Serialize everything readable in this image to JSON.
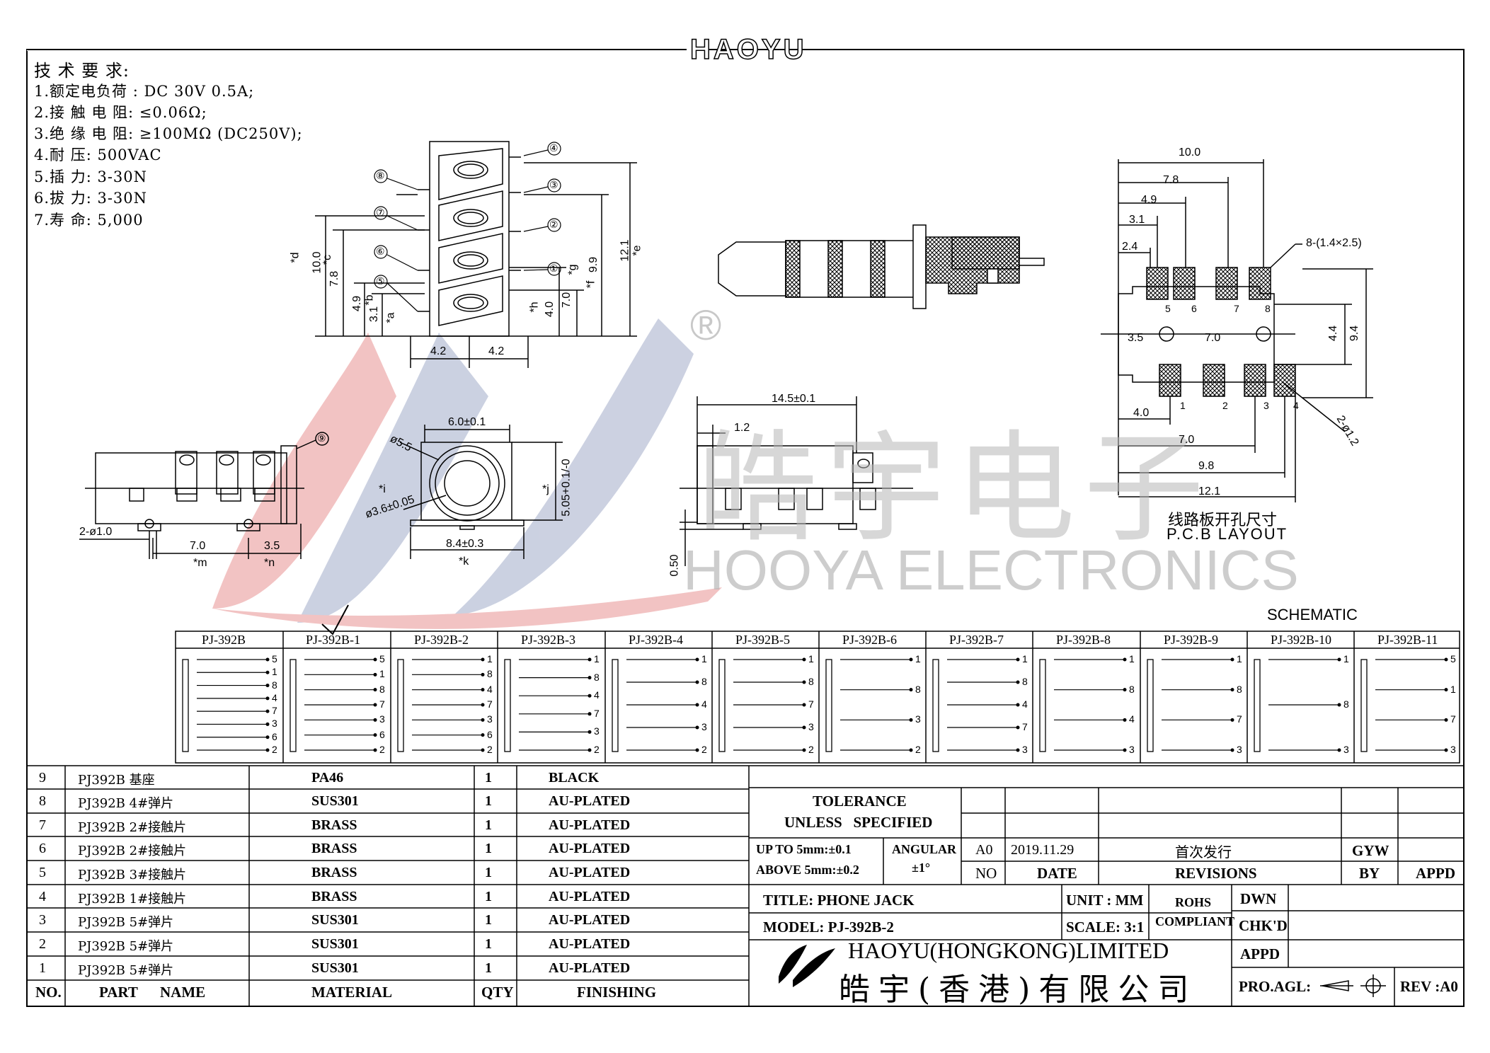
{
  "brand": "HAOYU",
  "registered_mark": "®",
  "watermark": {
    "cn": "皓宇电子",
    "en": "HOOYA ELECTRONICS"
  },
  "requirements": {
    "title": "技 术 要 求:",
    "items": [
      "1.额定电负荷 : DC 30V 0.5A;",
      "2.接 触 电 阻: ≤0.06Ω;",
      "3.绝 缘 电 阻: ≥100MΩ (DC250V);",
      "4.耐        压: 500VAC",
      "5.插        力: 3-30N",
      "6.拔        力: 3-30N",
      "7.寿        命: 5,000"
    ]
  },
  "front_view": {
    "pins": [
      "④",
      "③",
      "②",
      "①",
      "⑧",
      "⑦",
      "⑥",
      "⑤"
    ],
    "dims": [
      "10.0",
      "7.8",
      "4.9",
      "3.1",
      "4.2",
      "4.2",
      "7.0",
      "4.0",
      "9.9",
      "12.1"
    ],
    "refs": [
      "*d",
      "*c",
      "*b",
      "*a",
      "*g",
      "*h",
      "*f",
      "*e"
    ]
  },
  "side_view": {
    "pin": "⑨",
    "dims": [
      "2-ø1.0",
      "7.0",
      "3.5"
    ],
    "refs": [
      "*m",
      "*n"
    ]
  },
  "round_view": {
    "dims": [
      "6.0±0.1",
      "ø5.5",
      "ø3.6±0.05",
      "8.4±0.3",
      "5.05+0.1/-0"
    ],
    "refs": [
      "*i",
      "*j",
      "*k"
    ]
  },
  "end_view": {
    "dims": [
      "14.5±0.1",
      "1.2",
      "0.50"
    ]
  },
  "pcb": {
    "title_cn": "线路板开孔尺寸",
    "title_en": "P.C.B LAYOUT",
    "dims": [
      "10.0",
      "7.8",
      "4.9",
      "3.1",
      "2.4",
      "8-(1.4×2.5)",
      "3.5",
      "7.0",
      "4.4",
      "9.4",
      "4.0",
      "7.0",
      "9.8",
      "12.1",
      "2-ø1.2"
    ],
    "top_pins": [
      "5",
      "6",
      "7",
      "8"
    ],
    "bottom_pins": [
      "1",
      "2",
      "3",
      "4"
    ]
  },
  "schematic": {
    "title": "SCHEMATIC",
    "checked": "PJ-392B-1",
    "variants": [
      {
        "name": "PJ-392B",
        "pins": [
          "5",
          "1",
          "8",
          "4",
          "7",
          "3",
          "6",
          "2"
        ]
      },
      {
        "name": "PJ-392B-1",
        "pins": [
          "5",
          "1",
          "8",
          "7",
          "3",
          "6",
          "2"
        ]
      },
      {
        "name": "PJ-392B-2",
        "pins": [
          "1",
          "8",
          "4",
          "7",
          "3",
          "6",
          "2"
        ]
      },
      {
        "name": "PJ-392B-3",
        "pins": [
          "1",
          "8",
          "4",
          "7",
          "3",
          "2"
        ]
      },
      {
        "name": "PJ-392B-4",
        "pins": [
          "1",
          "8",
          "4",
          "3",
          "2"
        ]
      },
      {
        "name": "PJ-392B-5",
        "pins": [
          "1",
          "8",
          "7",
          "3",
          "2"
        ]
      },
      {
        "name": "PJ-392B-6",
        "pins": [
          "1",
          "8",
          "3",
          "2"
        ]
      },
      {
        "name": "PJ-392B-7",
        "pins": [
          "1",
          "8",
          "4",
          "7",
          "3"
        ]
      },
      {
        "name": "PJ-392B-8",
        "pins": [
          "1",
          "8",
          "4",
          "3"
        ]
      },
      {
        "name": "PJ-392B-9",
        "pins": [
          "1",
          "8",
          "7",
          "3"
        ]
      },
      {
        "name": "PJ-392B-10",
        "pins": [
          "1",
          "8",
          "3"
        ]
      },
      {
        "name": "PJ-392B-11",
        "pins": [
          "5",
          "1",
          "7",
          "3"
        ]
      }
    ]
  },
  "bom": {
    "headers": [
      "NO.",
      "PART      NAME",
      "MATERIAL",
      "QTY",
      "FINISHING"
    ],
    "rows": [
      [
        "9",
        "PJ392B 基座",
        "PA46",
        "1",
        "BLACK"
      ],
      [
        "8",
        "PJ392B 4#弹片",
        "SUS301",
        "1",
        "AU-PLATED"
      ],
      [
        "7",
        "PJ392B 2#接触片",
        "BRASS",
        "1",
        "AU-PLATED"
      ],
      [
        "6",
        "PJ392B 2#接触片",
        "BRASS",
        "1",
        "AU-PLATED"
      ],
      [
        "5",
        "PJ392B 3#接触片",
        "BRASS",
        "1",
        "AU-PLATED"
      ],
      [
        "4",
        "PJ392B 1#接触片",
        "BRASS",
        "1",
        "AU-PLATED"
      ],
      [
        "3",
        "PJ392B 5#弹片",
        "SUS301",
        "1",
        "AU-PLATED"
      ],
      [
        "2",
        "PJ392B 5#弹片",
        "SUS301",
        "1",
        "AU-PLATED"
      ],
      [
        "1",
        "PJ392B 5#弹片",
        "SUS301",
        "1",
        "AU-PLATED"
      ]
    ]
  },
  "title_block": {
    "tolerance_1": "TOLERANCE",
    "tolerance_2": "UNLESS   SPECIFIED",
    "up_to": "UP TO 5mm:±0.1",
    "above": "ABOVE 5mm:±0.2",
    "angular_label": "ANGULAR",
    "angular_value": "±1°",
    "rev_no": "A0",
    "rev_date": "2019.11.29",
    "rev_desc": "首次发行",
    "rev_by": "GYW",
    "col_no": "NO",
    "col_date": "DATE",
    "col_revisions": "REVISIONS",
    "col_by": "BY",
    "col_appd": "APPD",
    "title": "TITLE: PHONE JACK",
    "model": "MODEL: PJ-392B-2",
    "unit": "UNIT : MM",
    "scale": "SCALE: 3:1",
    "rohs_1": "ROHS",
    "rohs_2": "COMPLIANT",
    "dwn": "DWN",
    "chkd": "CHK'D",
    "appd": "APPD",
    "company_en": "HAOYU(HONGKONG)LIMITED",
    "company_cn": "皓宇(香港)有限公司",
    "pro_agl": "PRO.AGL:",
    "rev": "REV :A0"
  }
}
